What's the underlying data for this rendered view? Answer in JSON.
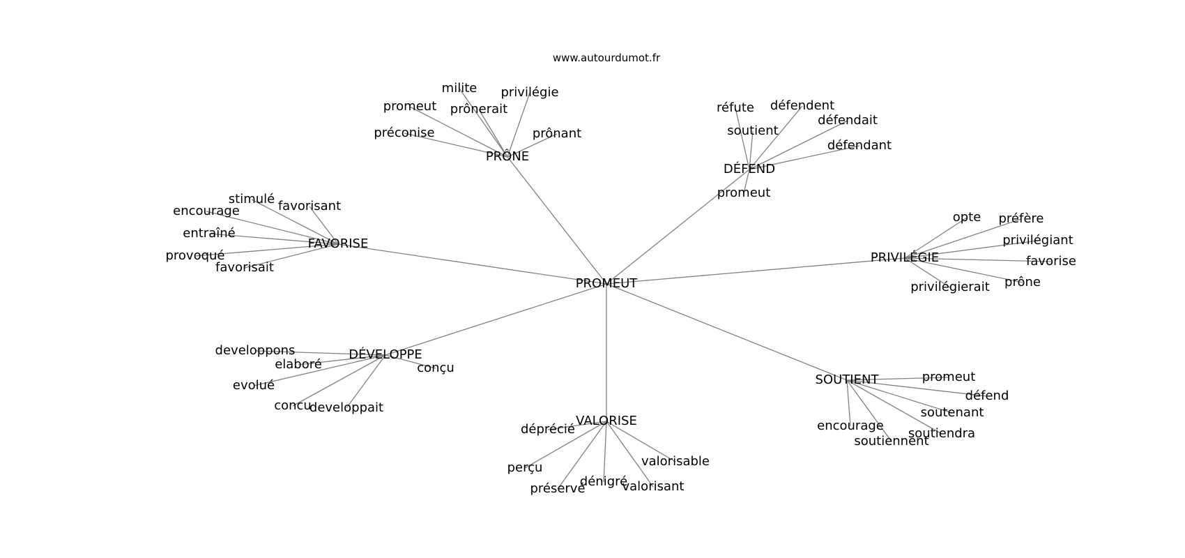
{
  "header": {
    "site": "www.autourdumot.fr"
  },
  "graph": {
    "center": {
      "label": "PROMEUT"
    },
    "edge_color": "#808080",
    "hubs": [
      {
        "id": "prone",
        "label": "PRÔNE",
        "leaves": [
          "promeut",
          "milite",
          "prônerait",
          "privilégie",
          "préconise",
          "prônant"
        ]
      },
      {
        "id": "defend",
        "label": "DÉFEND",
        "leaves": [
          "réfute",
          "défendent",
          "soutient",
          "défendait",
          "défendant",
          "promeut"
        ]
      },
      {
        "id": "favorise",
        "label": "FAVORISE",
        "leaves": [
          "stimulé",
          "favorisant",
          "encourage",
          "entraîné",
          "provoqué",
          "favorisait"
        ]
      },
      {
        "id": "privilegie",
        "label": "PRIVILÉGIE",
        "leaves": [
          "opte",
          "préfère",
          "privilégiant",
          "favorise",
          "prône",
          "privilégierait"
        ]
      },
      {
        "id": "developpe",
        "label": "DÉVELOPPE",
        "leaves": [
          "developpons",
          "elaboré",
          "conçu",
          "evolué",
          "concu",
          "developpait"
        ]
      },
      {
        "id": "valorise",
        "label": "VALORISE",
        "leaves": [
          "déprécié",
          "valorisable",
          "perçu",
          "dénigré",
          "valorisant",
          "préservé"
        ]
      },
      {
        "id": "soutient",
        "label": "SOUTIENT",
        "leaves": [
          "promeut",
          "défend",
          "soutenant",
          "encourage",
          "soutiendra",
          "soutiennent"
        ]
      }
    ]
  }
}
